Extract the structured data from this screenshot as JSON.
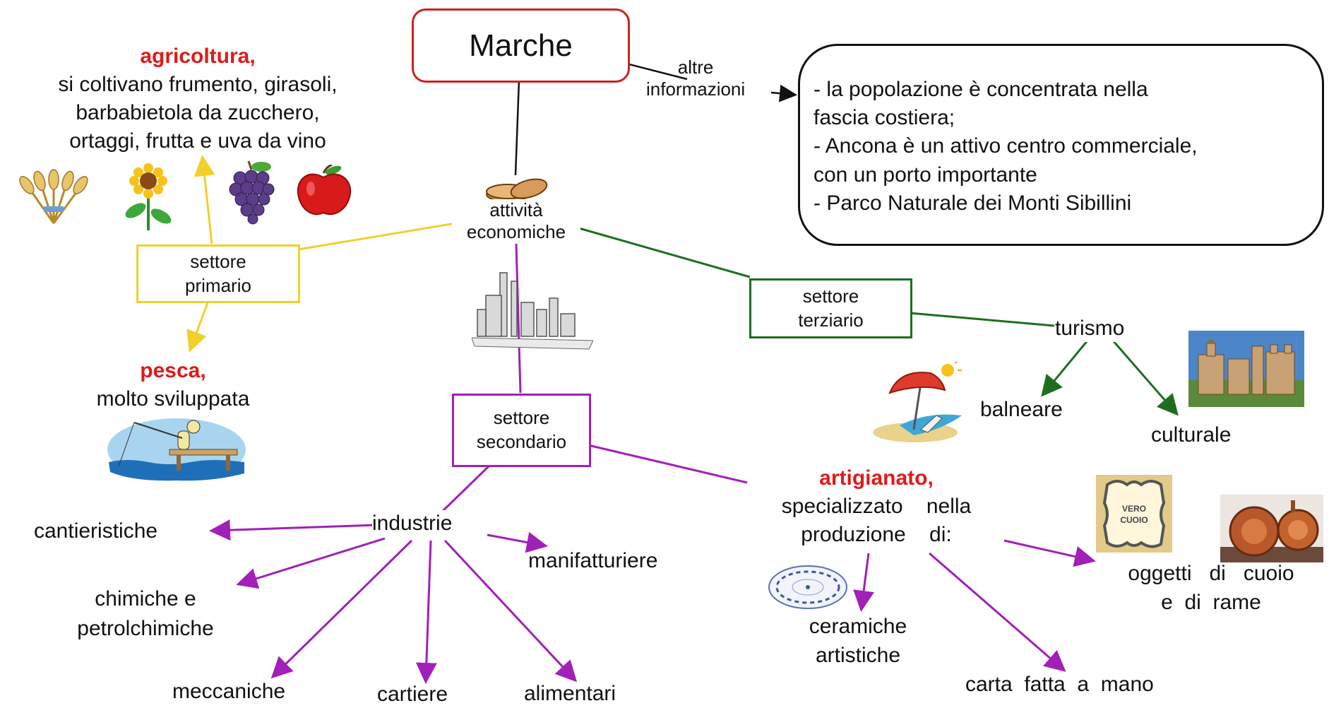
{
  "title": "Marche",
  "other_info": {
    "label_line1": "altre",
    "label_line2": "informazioni",
    "items": [
      "- la popolazione è concentrata nella",
      "fascia costiera;",
      "- Ancona è un attivo centro commerciale,",
      "con un porto importante",
      "- Parco Naturale dei Monti Sibillini"
    ]
  },
  "economy": {
    "line1": "attività",
    "line2": "economiche"
  },
  "primary": {
    "box_line1": "settore",
    "box_line2": "primario",
    "agriculture": {
      "heading": "agricoltura,",
      "lines": [
        "si coltivano frumento, girasoli,",
        "barbabietola da zucchero,",
        "ortaggi, frutta e uva da vino"
      ]
    },
    "fishing": {
      "heading": "pesca,",
      "line": "molto   sviluppata"
    }
  },
  "secondary": {
    "box_line1": "settore",
    "box_line2": "secondario",
    "industry": {
      "label": "industrie",
      "types": [
        "cantieristiche",
        "chimiche  e",
        "petrolchimiche",
        "manifatturiere",
        "meccaniche",
        "cartiere",
        "alimentari"
      ]
    },
    "crafts": {
      "heading": "artigianato,",
      "line1": "specializzato    nella",
      "line2": "produzione    di:",
      "products": [
        "ceramiche",
        "artistiche",
        "carta  fatta  a  mano",
        "oggetti   di   cuoio",
        "e  di  rame"
      ],
      "leather_mark": [
        "VERO",
        "CUOIO"
      ]
    }
  },
  "tertiary": {
    "box_line1": "settore",
    "box_line2": "terziario",
    "tourism": {
      "label": "turismo",
      "types": [
        "balneare",
        "culturale"
      ]
    }
  },
  "colors": {
    "title_border": "#cc2222",
    "primary": "#f2d02a",
    "secondary": "#a020b8",
    "tertiary": "#1f6e1f",
    "heading_red": "#e01a1a"
  }
}
